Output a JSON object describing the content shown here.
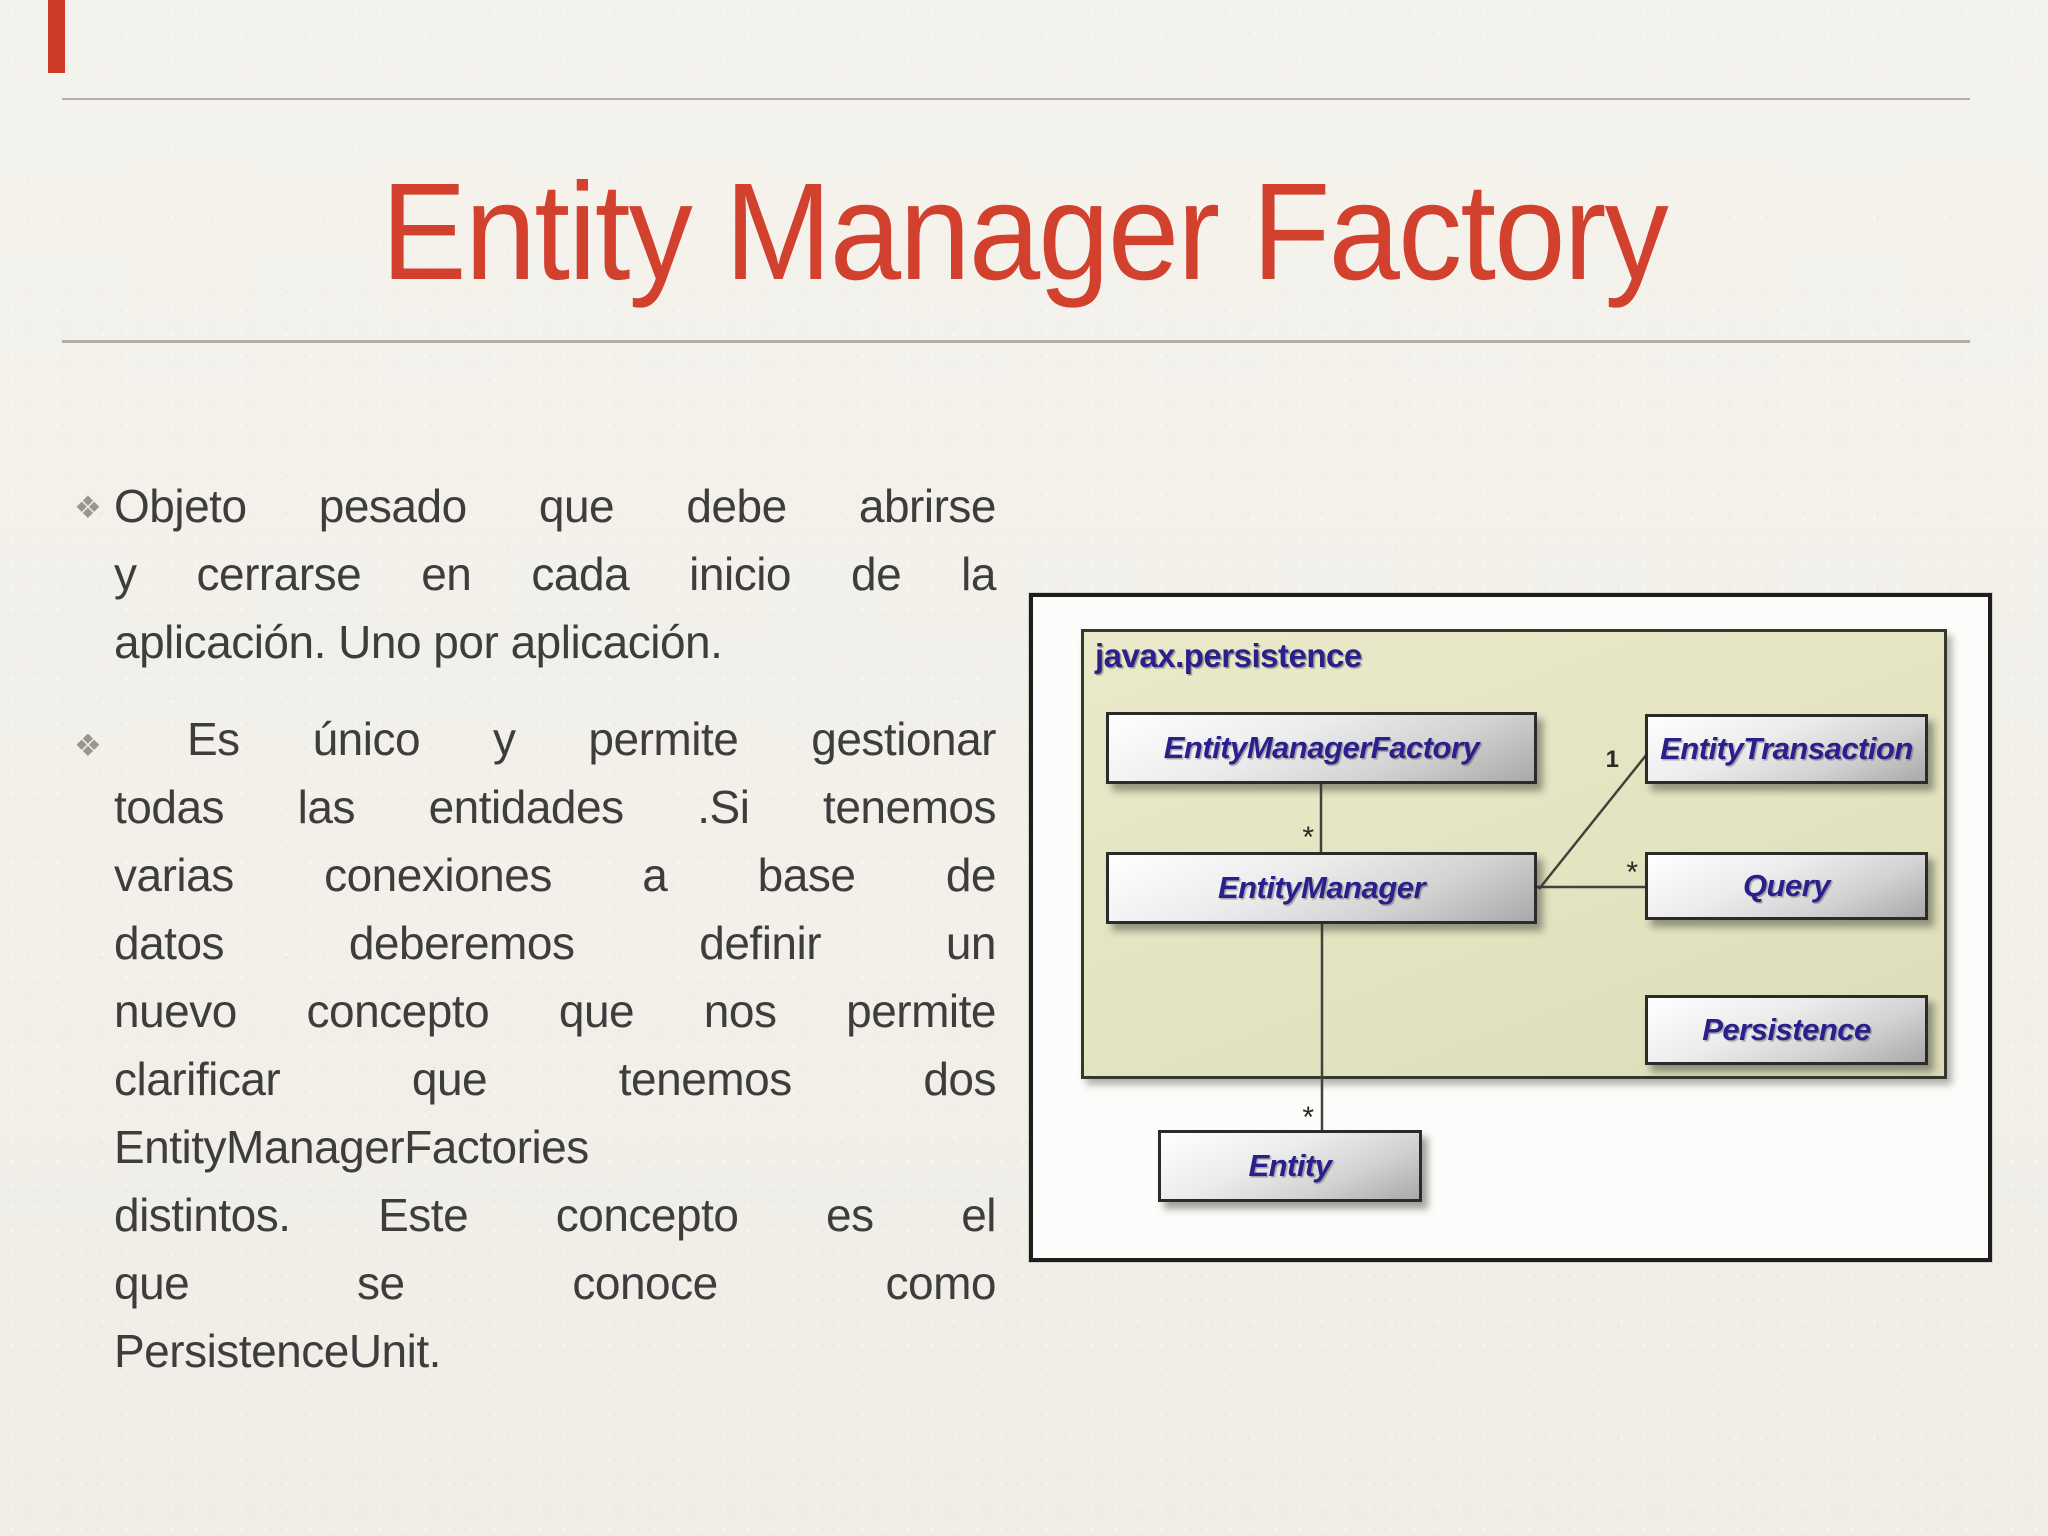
{
  "slide": {
    "title": "Entity Manager Factory",
    "title_color": "#d2402e",
    "background_color": "#f2f0e9",
    "accent_bar_color": "#ce3b29"
  },
  "bullets": [
    {
      "marker": "❖",
      "lines": [
        "Objeto pesado que debe abrirse",
        "y cerrarse en cada inicio de la",
        "aplicación. Uno por aplicación."
      ]
    },
    {
      "marker": "❖",
      "lines": [
        " Es único y permite gestionar",
        "todas las entidades .Si tenemos",
        "varias conexiones a base de",
        "datos deberemos definir un",
        "nuevo concepto que nos permite",
        "clarificar que tenemos dos",
        "EntityManagerFactories",
        "distintos. Este concepto es el",
        "que se conoce como",
        "PersistenceUnit."
      ]
    }
  ],
  "diagram": {
    "package_label": "javax.persistence",
    "label_color": "#2b1f8e",
    "package_fill": "#e3e3c0",
    "boxes": {
      "factory": "EntityManagerFactory",
      "transaction": "EntityTransaction",
      "manager": "EntityManager",
      "query": "Query",
      "persistence": "Persistence",
      "entity": "Entity"
    },
    "multiplicities": {
      "factory_manager": "*",
      "manager_query": "*",
      "manager_entity": "*",
      "manager_transaction": "1"
    }
  }
}
